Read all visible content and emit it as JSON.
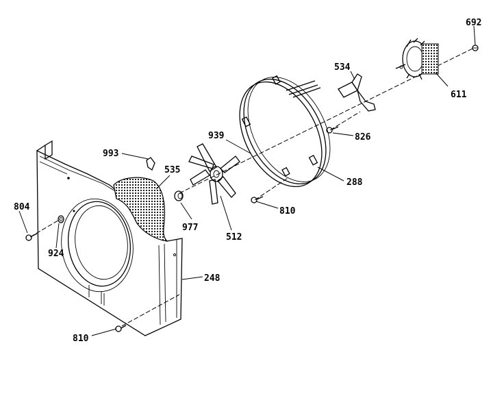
{
  "diagram": {
    "parts": [
      {
        "id": "part-692",
        "label": "692"
      },
      {
        "id": "part-611",
        "label": "611"
      },
      {
        "id": "part-534",
        "label": "534"
      },
      {
        "id": "part-826",
        "label": "826"
      },
      {
        "id": "part-939",
        "label": "939"
      },
      {
        "id": "part-288",
        "label": "288"
      },
      {
        "id": "part-993",
        "label": "993"
      },
      {
        "id": "part-535",
        "label": "535"
      },
      {
        "id": "part-810-top",
        "label": "810"
      },
      {
        "id": "part-804",
        "label": "804"
      },
      {
        "id": "part-977",
        "label": "977"
      },
      {
        "id": "part-512",
        "label": "512"
      },
      {
        "id": "part-924",
        "label": "924"
      },
      {
        "id": "part-248",
        "label": "248"
      },
      {
        "id": "part-810-bottom",
        "label": "810"
      }
    ]
  }
}
